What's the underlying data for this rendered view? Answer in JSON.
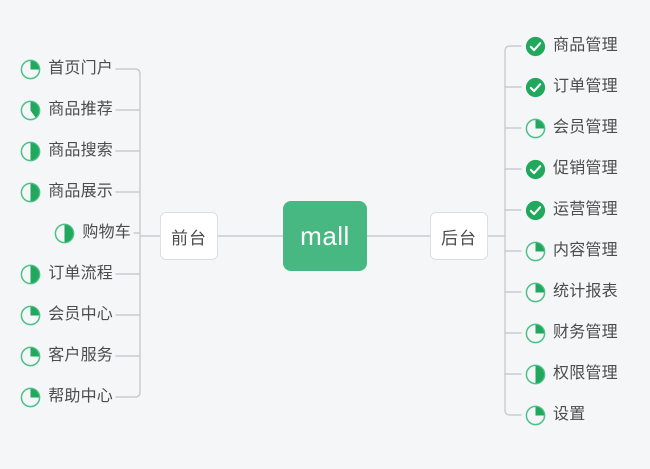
{
  "diagram": {
    "title": "mall",
    "type": "mind-map",
    "background_color": "#f5f6f7",
    "accent_color": "#47b881",
    "line_color": "#c8ccd0",
    "text_color": "#4c4c4c"
  },
  "root": {
    "label": "mall"
  },
  "branches": [
    {
      "id": "frontend",
      "label": "前台",
      "side": "left"
    },
    {
      "id": "backend",
      "label": "后台",
      "side": "right"
    }
  ],
  "left_items": [
    {
      "label": "首页门户",
      "status": "pie",
      "progress": 25
    },
    {
      "label": "商品推荐",
      "status": "pie",
      "progress": 40
    },
    {
      "label": "商品搜索",
      "status": "pie",
      "progress": 50
    },
    {
      "label": "商品展示",
      "status": "pie",
      "progress": 50
    },
    {
      "label": "购物车",
      "status": "pie",
      "progress": 50
    },
    {
      "label": "订单流程",
      "status": "pie",
      "progress": 50
    },
    {
      "label": "会员中心",
      "status": "pie",
      "progress": 25
    },
    {
      "label": "客户服务",
      "status": "pie",
      "progress": 25
    },
    {
      "label": "帮助中心",
      "status": "pie",
      "progress": 25
    }
  ],
  "right_items": [
    {
      "label": "商品管理",
      "status": "check",
      "progress": 100
    },
    {
      "label": "订单管理",
      "status": "check",
      "progress": 100
    },
    {
      "label": "会员管理",
      "status": "pie",
      "progress": 25
    },
    {
      "label": "促销管理",
      "status": "check",
      "progress": 100
    },
    {
      "label": "运营管理",
      "status": "check",
      "progress": 100
    },
    {
      "label": "内容管理",
      "status": "pie",
      "progress": 25
    },
    {
      "label": "统计报表",
      "status": "pie",
      "progress": 25
    },
    {
      "label": "财务管理",
      "status": "pie",
      "progress": 25
    },
    {
      "label": "权限管理",
      "status": "pie",
      "progress": 50
    },
    {
      "label": "设置",
      "status": "pie",
      "progress": 25
    }
  ]
}
